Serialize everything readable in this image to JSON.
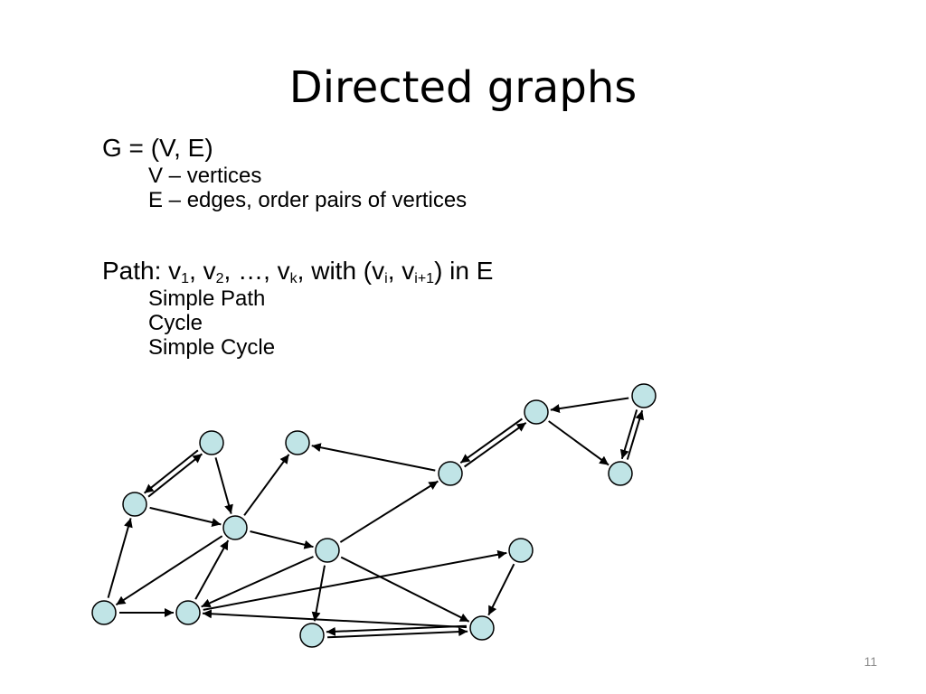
{
  "slide": {
    "title": "Directed graphs",
    "definition": {
      "main": "G = (V, E)",
      "items": [
        "V – vertices",
        "E – edges, order pairs of vertices"
      ]
    },
    "path": {
      "prefix": "Path:  v",
      "s1": "1",
      "t1": ", v",
      "s2": "2",
      "t2": ", …, v",
      "s3": "k",
      "t3": ", with (v",
      "s4": "i",
      "t4": ", v",
      "s5": "i+1",
      "t5": ") in E",
      "items": [
        "Simple Path",
        "Cycle",
        "Simple Cycle"
      ]
    },
    "slide_number": "11"
  },
  "colors": {
    "node_fill": "#c0e4e6",
    "node_stroke": "#000000",
    "edge": "#000000",
    "slide_number": "#8c8c8c"
  }
}
